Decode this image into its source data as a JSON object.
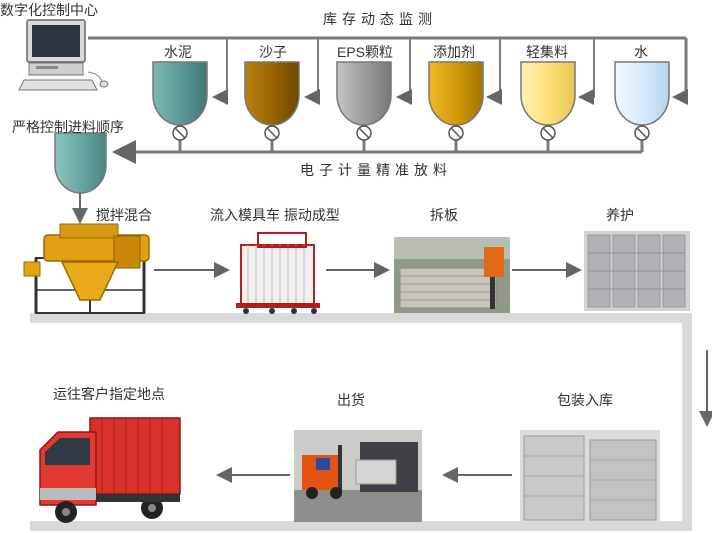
{
  "control_center": {
    "title": "数字化控制中心"
  },
  "monitoring": {
    "title": "库存动态监测"
  },
  "silos": [
    {
      "label": "水泥",
      "color": "#5e9a98"
    },
    {
      "label": "沙子",
      "color": "#9a6400"
    },
    {
      "label": "EPS颗粒",
      "color": "#9d9d9d"
    },
    {
      "label": "添加剂",
      "color": "#d39a0a"
    },
    {
      "label": "轻集料",
      "color": "#ffe17a"
    },
    {
      "label": "水",
      "color": "#d8ecfb"
    }
  ],
  "feed_order": {
    "label": "严格控制进料顺序"
  },
  "metering": {
    "label": "电子计量精准放料"
  },
  "process_steps": [
    {
      "label": "搅拌混合"
    },
    {
      "label": "流入模具车 振动成型"
    },
    {
      "label": "拆板"
    },
    {
      "label": "养护"
    },
    {
      "label": "包装入库"
    },
    {
      "label": "出货"
    },
    {
      "label": "运往客户指定地点"
    }
  ]
}
